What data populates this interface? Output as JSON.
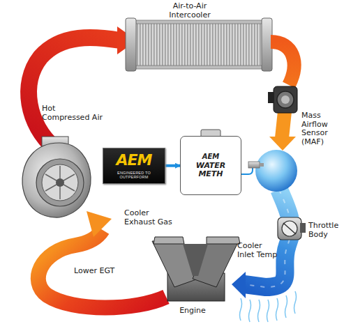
{
  "diagram": {
    "nodes": [
      {
        "text": [
          "AEM",
          "ENGINEERED TO OUTPERFORM"
        ]
      },
      {
        "text": [
          "AEM",
          "WATER METH"
        ]
      }
    ],
    "edges": [
      {
        "from": 0,
        "to": 1,
        "arrow": "to"
      }
    ],
    "labels": [
      "Air-to-Air Intercooler",
      "Hot Compressed Air",
      "Mass Airflow Sensor (MAF)",
      "Throttle Body",
      "Cooler Inlet Temp",
      "Engine",
      "Lower EGT",
      "Cooler Exhaust Gas"
    ]
  }
}
